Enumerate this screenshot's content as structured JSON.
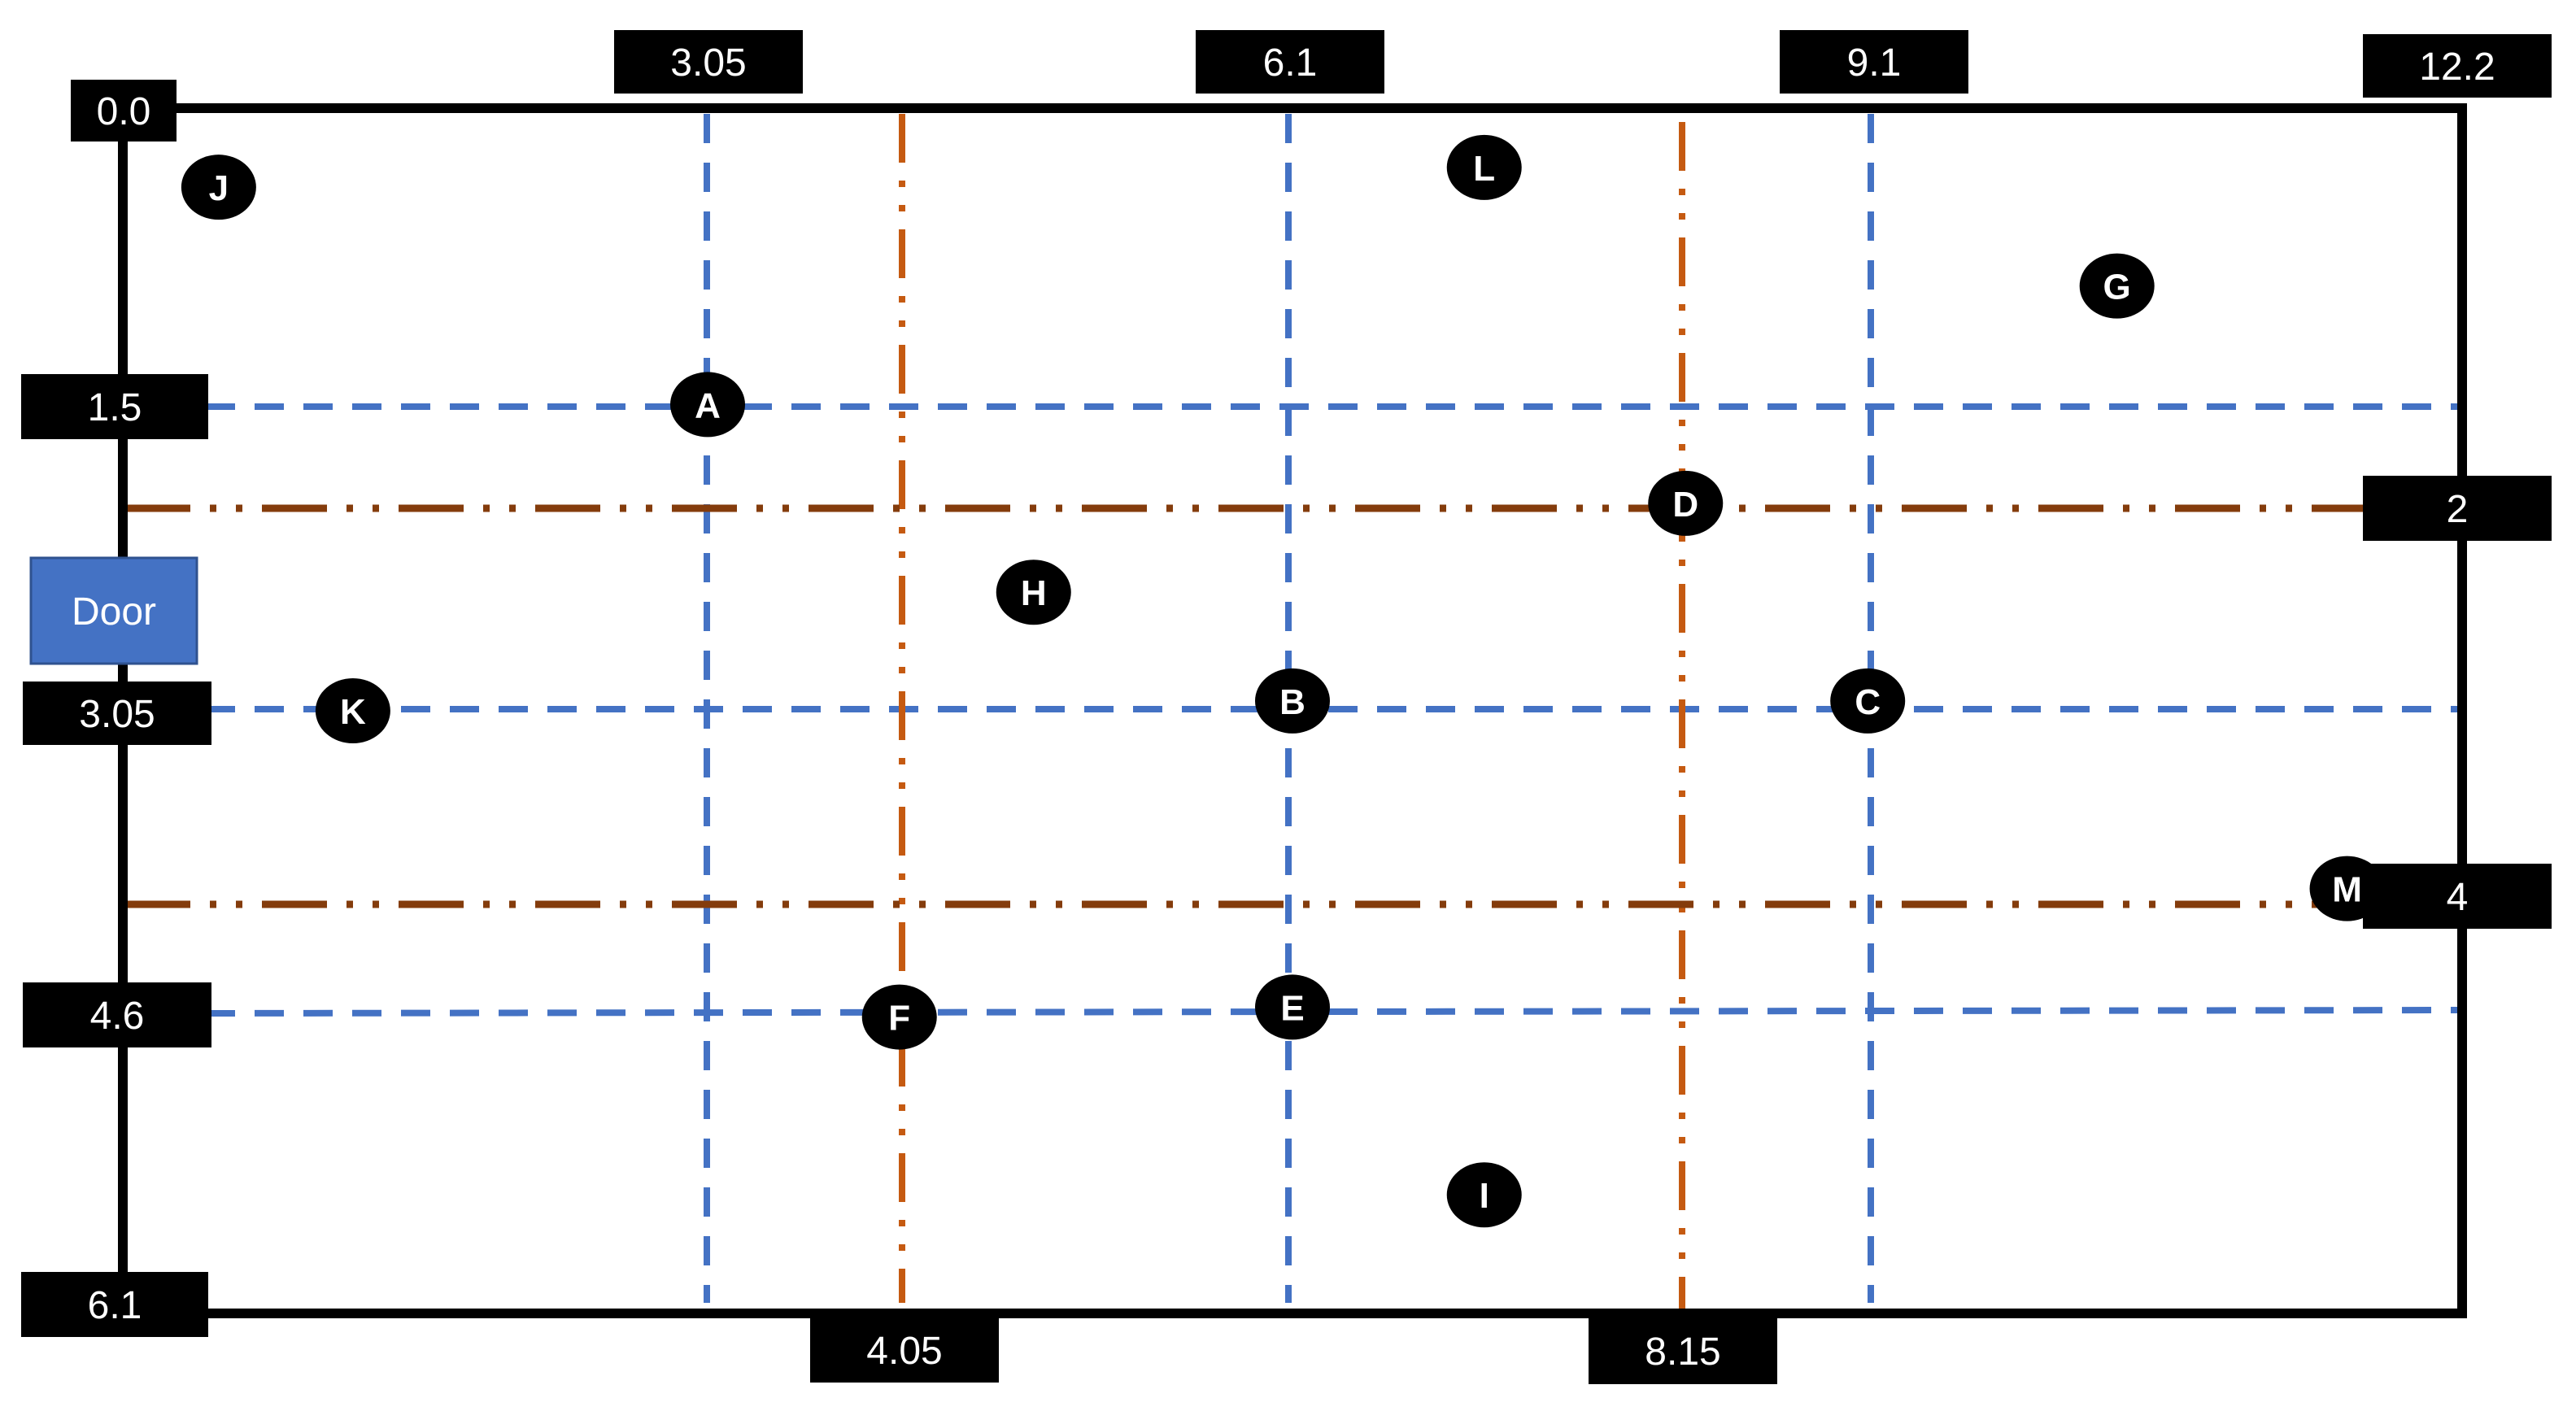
{
  "room": {
    "width": 12.2,
    "depth": 6.1,
    "border_color": "#000000",
    "door_label": "Door",
    "door_color": "#4472C4"
  },
  "top_labels": [
    "3.05",
    "6.1",
    "9.1",
    "12.2"
  ],
  "left_labels": [
    "0.0",
    "1.5",
    "3.05",
    "4.6",
    "6.1"
  ],
  "bottom_labels": [
    "4.05",
    "8.15"
  ],
  "right_labels": [
    "2",
    "4"
  ],
  "grid_lines": {
    "blue": {
      "color": "#4472C4",
      "style": "dashed",
      "vertical_x": [
        3.05,
        6.1,
        9.1
      ],
      "horizontal_y": [
        1.5,
        3.05,
        4.6
      ]
    },
    "orange": {
      "color": "#C55A11",
      "style": "dash-dot-dot",
      "vertical_x": [
        4.05,
        8.15
      ],
      "horizontal_y": [
        2,
        4
      ]
    }
  },
  "points": [
    {
      "label": "J",
      "x": 0.5,
      "y": 0.4
    },
    {
      "label": "L",
      "x": 7.1,
      "y": 0.3
    },
    {
      "label": "G",
      "x": 10.4,
      "y": 0.9
    },
    {
      "label": "A",
      "x": 3.05,
      "y": 1.5
    },
    {
      "label": "D",
      "x": 8.15,
      "y": 2.0
    },
    {
      "label": "H",
      "x": 4.75,
      "y": 2.45
    },
    {
      "label": "K",
      "x": 1.2,
      "y": 3.05
    },
    {
      "label": "B",
      "x": 6.1,
      "y": 3.0
    },
    {
      "label": "C",
      "x": 9.1,
      "y": 3.0
    },
    {
      "label": "M",
      "x": 11.6,
      "y": 3.95
    },
    {
      "label": "F",
      "x": 4.05,
      "y": 4.6
    },
    {
      "label": "E",
      "x": 6.1,
      "y": 4.55
    },
    {
      "label": "I",
      "x": 7.1,
      "y": 5.5
    }
  ]
}
